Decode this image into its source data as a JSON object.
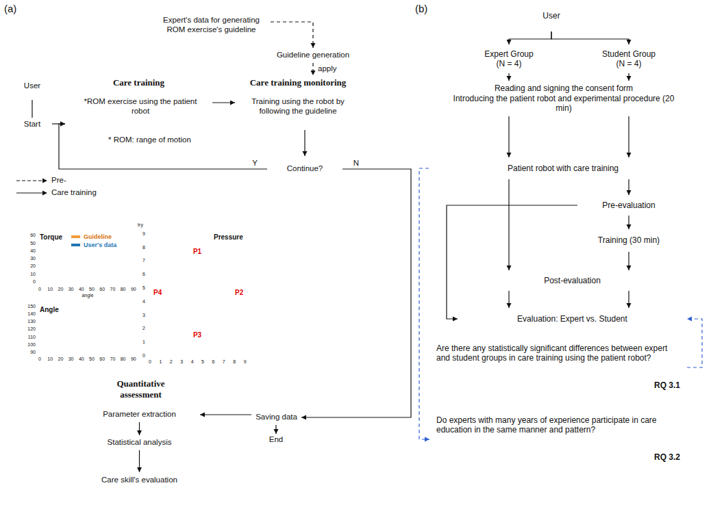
{
  "diagram": {
    "nodes": [
      {
        "text": [
          "Expert's data for generating ROM exercise's guideline"
        ]
      },
      {
        "text": [
          "Guideline generation"
        ]
      },
      {
        "text": [
          "User"
        ]
      },
      {
        "text": [
          "Start"
        ]
      },
      {
        "text": [
          "Care training"
        ]
      },
      {
        "text": [
          "*ROM exercise using the patient robot"
        ],
        "in": 4
      },
      {
        "text": [
          "Care training monitoring"
        ]
      },
      {
        "text": [
          "Training using the robot by following the guideline"
        ],
        "in": 6
      },
      {
        "text": [
          "Continue?"
        ]
      },
      {
        "text": [
          "Quantitative assessment"
        ]
      },
      {
        "text": [
          "Parameter extraction"
        ],
        "in": 9
      },
      {
        "text": [
          "Statistical analysis"
        ],
        "in": 9
      },
      {
        "text": [
          "Care skill's evaluation"
        ]
      },
      {
        "text": [
          "Saving data"
        ]
      },
      {
        "text": [
          "End"
        ]
      },
      {
        "text": [
          "User"
        ]
      },
      {
        "text": [
          "Expert Group (N = 4)"
        ]
      },
      {
        "text": [
          "Student Group (N = 4)"
        ]
      },
      {
        "text": [
          "Reading and signing the consent form",
          "Introducing the patient robot and experimental procedure (20 min)"
        ]
      },
      {
        "text": [
          "Patient robot with care training"
        ]
      },
      {
        "text": [
          "Pre-evaluation"
        ]
      },
      {
        "text": [
          "Training (30 min)"
        ]
      },
      {
        "text": [
          "Post-evaluation"
        ]
      },
      {
        "text": [
          "Evaluation: Expert vs. Student"
        ]
      },
      {
        "text": [
          "Are there any statistically significant differences between expert and student groups in care training using the patient robot?",
          "RQ 3.1"
        ]
      },
      {
        "text": [
          "Do experts with many years of experience participate in care education in the same manner and pattern?",
          "RQ 3.2"
        ]
      }
    ],
    "edges": [
      {
        "from": 0,
        "to": 1,
        "arrow": "to"
      },
      {
        "from": 1,
        "to": 6,
        "label": "apply",
        "arrow": "to"
      },
      {
        "from": 2,
        "to": 3,
        "arrow": "none"
      },
      {
        "from": 3,
        "to": 4,
        "arrow": "to"
      },
      {
        "from": 4,
        "to": 6,
        "arrow": "to"
      },
      {
        "from": 6,
        "to": 8,
        "arrow": "to"
      },
      {
        "from": 8,
        "to": 4,
        "label": "Y",
        "arrow": "to"
      },
      {
        "from": 8,
        "to": 13,
        "label": "N",
        "arrow": "to"
      },
      {
        "from": 13,
        "to": 10,
        "arrow": "to"
      },
      {
        "from": 13,
        "to": 14,
        "arrow": "to"
      },
      {
        "from": 10,
        "to": 11,
        "arrow": "to"
      },
      {
        "from": 11,
        "to": 12,
        "arrow": "to"
      },
      {
        "from": 15,
        "to": 16,
        "arrow": "to"
      },
      {
        "from": 15,
        "to": 17,
        "arrow": "to"
      },
      {
        "from": 16,
        "to": 18,
        "arrow": "to"
      },
      {
        "from": 17,
        "to": 18,
        "arrow": "to"
      },
      {
        "from": 18,
        "to": 19,
        "arrow": "to"
      },
      {
        "from": 18,
        "to": 19,
        "arrow": "to"
      },
      {
        "from": 19,
        "to": 22,
        "arrow": "to"
      },
      {
        "from": 19,
        "to": 20,
        "arrow": "to"
      },
      {
        "from": 20,
        "to": 21,
        "arrow": "to"
      },
      {
        "from": 21,
        "to": 22,
        "arrow": "to"
      },
      {
        "from": 20,
        "to": 23,
        "arrow": "to"
      },
      {
        "from": 22,
        "to": 23,
        "arrow": "to"
      },
      {
        "from": 22,
        "to": 23,
        "arrow": "to"
      },
      {
        "from": 19,
        "to": 25,
        "arrow": "to"
      },
      {
        "from": 24,
        "to": 23,
        "arrow": "to"
      }
    ],
    "labels": [
      "(a)",
      "* ROM: range of motion",
      "(b)",
      "Torque",
      "Angle",
      "Pressure",
      "P1",
      "P2",
      "P3",
      "P4",
      "try",
      "angle",
      "0",
      "10",
      "20",
      "30",
      "40",
      "50",
      "60",
      "0",
      "10",
      "20",
      "30",
      "40",
      "50",
      "60",
      "70",
      "80",
      "90",
      "90",
      "100",
      "110",
      "120",
      "130",
      "140",
      "150",
      "0",
      "10",
      "20",
      "30",
      "40",
      "50",
      "60",
      "70",
      "80",
      "90",
      "0",
      "1",
      "2",
      "3",
      "4",
      "5",
      "6",
      "7",
      "8",
      "9",
      "0",
      "1",
      "2",
      "3",
      "4",
      "5",
      "6",
      "7",
      "8",
      "9"
    ],
    "legend": [
      {
        "text": "Pre-"
      },
      {
        "text": "Care training"
      },
      {
        "text": "Guideline",
        "color": "#f39c3c"
      },
      {
        "text": "User's data",
        "color": "#1f77b4"
      }
    ]
  }
}
